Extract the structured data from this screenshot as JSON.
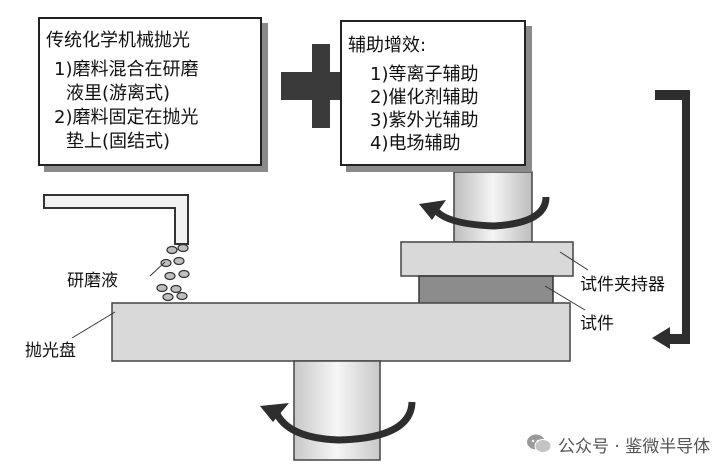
{
  "left_box": {
    "title": "传统化学机械抛光",
    "item1_line1": "1)磨料混合在研磨",
    "item1_line2": "液里(游离式)",
    "item2_line1": "2)磨料固定在抛光",
    "item2_line2": "垫上(固结式)"
  },
  "right_box": {
    "title": "辅助增效:",
    "items": [
      "1)等离子辅助",
      "2)催化剂辅助",
      "3)紫外光辅助",
      "4)电场辅助"
    ]
  },
  "labels": {
    "slurry": "研磨液",
    "pad": "抛光盘",
    "holder": "试件夹持器",
    "specimen": "试件"
  },
  "watermark": {
    "text": "公众号 · 鉴微半导体",
    "icon": "wechat-icon"
  },
  "colors": {
    "gray_light": "#d9d9d9",
    "gray_mid": "#8c8c8c",
    "gray_dark": "#333333"
  }
}
